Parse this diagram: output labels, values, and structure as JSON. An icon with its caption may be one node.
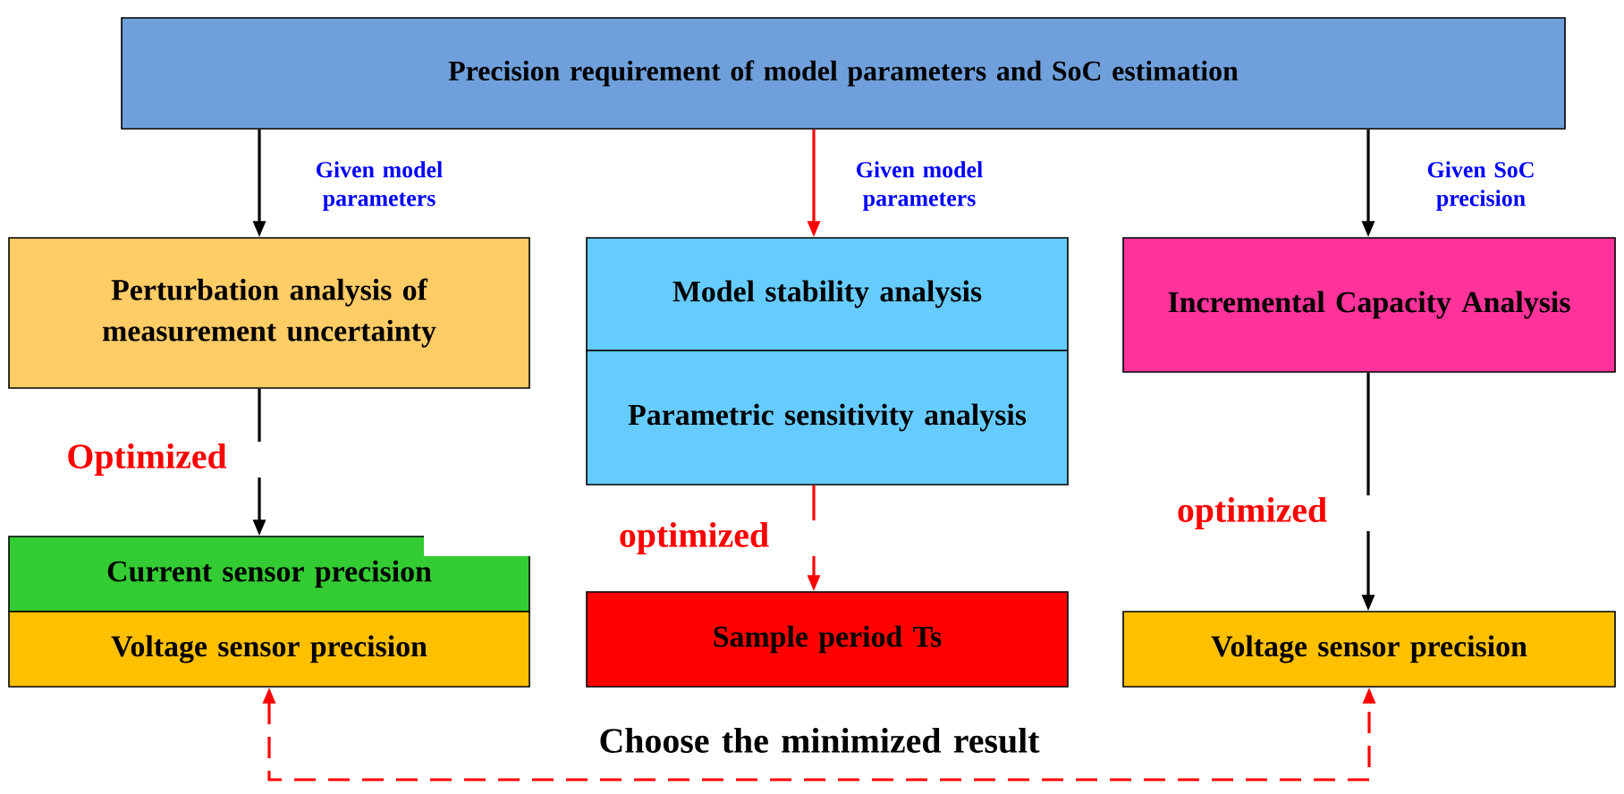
{
  "diagram": {
    "nodes": [
      {
        "text": [
          "Precision requirement of model parameters and SoC estimation"
        ]
      },
      {
        "text": [
          "Perturbation analysis of measurement uncertainty"
        ]
      },
      {
        "text": [
          "Model stability analysis"
        ]
      },
      {
        "text": [
          "Parametric sensitivity analysis"
        ]
      },
      {
        "text": [
          "Incremental Capacity Analysis"
        ]
      },
      {
        "text": [
          "Current sensor precision"
        ]
      },
      {
        "text": [
          "Voltage sensor precision"
        ]
      },
      {
        "text": [
          "Sample period Ts"
        ]
      },
      {
        "text": [
          "Voltage sensor precision"
        ]
      }
    ],
    "edges": [
      {
        "from": 0,
        "to": 1,
        "arrow": "to",
        "label": "Given model parameters"
      },
      {
        "from": 0,
        "to": 2,
        "arrow": "to",
        "label": "Given model parameters",
        "color": "#ff0000"
      },
      {
        "from": 0,
        "to": 4,
        "arrow": "to",
        "label": "Given SoC precision"
      },
      {
        "from": 1,
        "to": 5,
        "arrow": "to",
        "label": "Optimized"
      },
      {
        "from": 3,
        "to": 7,
        "arrow": "to",
        "label": "optimized",
        "color": "#ff0000"
      },
      {
        "from": 4,
        "to": 8,
        "arrow": "to",
        "label": "optimized"
      },
      {
        "from": 6,
        "to": 8,
        "arrow": "both",
        "label": "Choose the minimized result",
        "style": "dashed",
        "color": "#ff0000"
      }
    ]
  }
}
